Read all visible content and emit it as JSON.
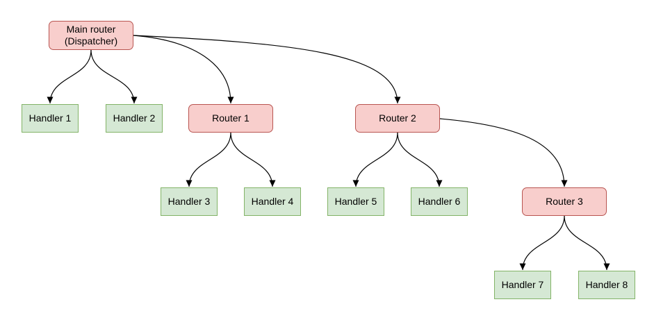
{
  "diagram": {
    "nodes": [
      {
        "id": "main-router",
        "label": "Main router\n(Dispatcher)",
        "type": "router"
      },
      {
        "id": "handler-1",
        "label": "Handler 1",
        "type": "handler"
      },
      {
        "id": "handler-2",
        "label": "Handler 2",
        "type": "handler"
      },
      {
        "id": "router-1",
        "label": "Router 1",
        "type": "router"
      },
      {
        "id": "router-2",
        "label": "Router 2",
        "type": "router"
      },
      {
        "id": "handler-3",
        "label": "Handler 3",
        "type": "handler"
      },
      {
        "id": "handler-4",
        "label": "Handler 4",
        "type": "handler"
      },
      {
        "id": "handler-5",
        "label": "Handler 5",
        "type": "handler"
      },
      {
        "id": "handler-6",
        "label": "Handler 6",
        "type": "handler"
      },
      {
        "id": "router-3",
        "label": "Router 3",
        "type": "router"
      },
      {
        "id": "handler-7",
        "label": "Handler 7",
        "type": "handler"
      },
      {
        "id": "handler-8",
        "label": "Handler 8",
        "type": "handler"
      }
    ],
    "edges": [
      {
        "from": "main-router",
        "to": "handler-1"
      },
      {
        "from": "main-router",
        "to": "handler-2"
      },
      {
        "from": "main-router",
        "to": "router-1"
      },
      {
        "from": "main-router",
        "to": "router-2"
      },
      {
        "from": "router-1",
        "to": "handler-3"
      },
      {
        "from": "router-1",
        "to": "handler-4"
      },
      {
        "from": "router-2",
        "to": "handler-5"
      },
      {
        "from": "router-2",
        "to": "handler-6"
      },
      {
        "from": "router-2",
        "to": "router-3"
      },
      {
        "from": "router-3",
        "to": "handler-7"
      },
      {
        "from": "router-3",
        "to": "handler-8"
      }
    ]
  },
  "colors": {
    "canvas_bg": "#ffffff",
    "router_fill": "#f8cecc",
    "router_stroke": "#b85450",
    "handler_fill": "#d5e8d4",
    "handler_stroke": "#82b366",
    "edge_stroke": "#000000",
    "text": "#000000"
  }
}
